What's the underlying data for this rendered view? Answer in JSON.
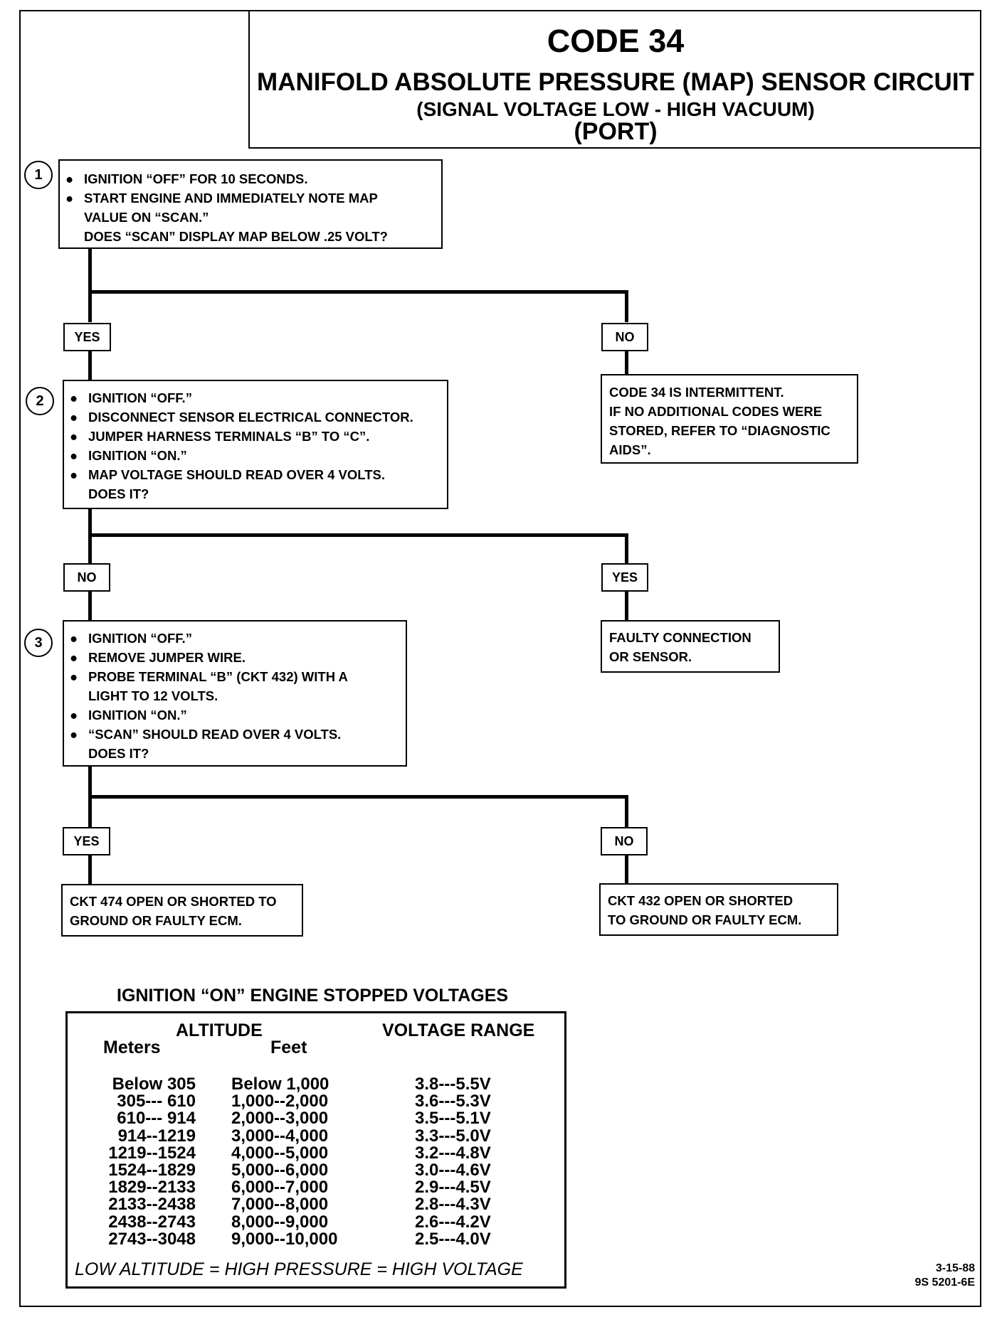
{
  "header": {
    "code": "CODE 34",
    "title": "MANIFOLD ABSOLUTE PRESSURE (MAP) SENSOR CIRCUIT",
    "subtitle": "(SIGNAL VOLTAGE LOW - HIGH VACUUM)",
    "port": "(PORT)"
  },
  "steps": {
    "step1": {
      "number": "1",
      "bullets": [
        "IGNITION “OFF” FOR 10 SECONDS.",
        "START ENGINE AND IMMEDIATELY NOTE MAP"
      ],
      "continuation": [
        "VALUE ON “SCAN.”",
        "DOES “SCAN” DISPLAY MAP BELOW .25 VOLT?"
      ]
    },
    "step2": {
      "number": "2",
      "bullets": [
        "IGNITION “OFF.”",
        "DISCONNECT SENSOR ELECTRICAL CONNECTOR.",
        "JUMPER HARNESS TERMINALS “B” TO “C”.",
        "IGNITION “ON.”",
        "MAP VOLTAGE SHOULD READ OVER 4 VOLTS."
      ],
      "continuation": [
        "DOES IT?"
      ]
    },
    "step3": {
      "number": "3",
      "bullets": [
        "IGNITION “OFF.”",
        "REMOVE JUMPER WIRE.",
        "PROBE TERMINAL “B” (CKT 432) WITH A",
        "IGNITION “ON.”",
        "“SCAN” SHOULD READ OVER 4 VOLTS."
      ],
      "probe_cont": "LIGHT TO 12 VOLTS.",
      "continuation": [
        "DOES IT?"
      ]
    }
  },
  "labels": {
    "yes1": "YES",
    "no1": "NO",
    "no2": "NO",
    "yes2": "YES",
    "yes3": "YES",
    "no3": "NO"
  },
  "results": {
    "intermittent": [
      "CODE 34 IS INTERMITTENT.",
      "IF NO ADDITIONAL CODES WERE",
      "STORED, REFER TO “DIAGNOSTIC",
      "AIDS”."
    ],
    "faulty_conn": [
      "FAULTY CONNECTION",
      "OR SENSOR."
    ],
    "ckt474": [
      "CKT 474 OPEN OR SHORTED TO",
      "GROUND OR FAULTY ECM."
    ],
    "ckt432": [
      "CKT 432 OPEN OR SHORTED",
      "TO GROUND OR FAULTY ECM."
    ]
  },
  "table": {
    "title": "IGNITION “ON” ENGINE STOPPED VOLTAGES",
    "altitude_header": "ALTITUDE",
    "meters_header": "Meters",
    "feet_header": "Feet",
    "voltage_header": "VOLTAGE RANGE",
    "rows": [
      [
        "Below 305",
        "Below 1,000",
        "3.8---5.5V"
      ],
      [
        "305--- 610",
        "1,000--2,000",
        "3.6---5.3V"
      ],
      [
        "610--- 914",
        "2,000--3,000",
        "3.5---5.1V"
      ],
      [
        "914--1219",
        "3,000--4,000",
        "3.3---5.0V"
      ],
      [
        "1219--1524",
        "4,000--5,000",
        "3.2---4.8V"
      ],
      [
        "1524--1829",
        "5,000--6,000",
        "3.0---4.6V"
      ],
      [
        "1829--2133",
        "6,000--7,000",
        "2.9---4.5V"
      ],
      [
        "2133--2438",
        "7,000--8,000",
        "2.8---4.3V"
      ],
      [
        "2438--2743",
        "8,000--9,000",
        "2.6---4.2V"
      ],
      [
        "2743--3048",
        "9,000--10,000",
        "2.5---4.0V"
      ]
    ],
    "footer": "LOW ALTITUDE  =  HIGH PRESSURE  =  HIGH VOLTAGE"
  },
  "doc": {
    "date": "3-15-88",
    "number": "9S 5201-6E"
  }
}
